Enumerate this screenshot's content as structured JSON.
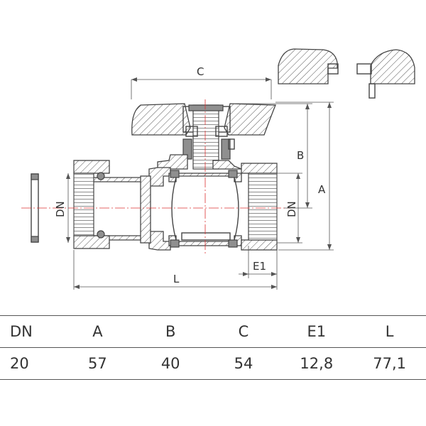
{
  "dimension_labels": {
    "c": "C",
    "b": "B",
    "a": "A",
    "dn_left": "DN",
    "dn_right": "DN",
    "e1": "E1",
    "l": "L"
  },
  "table": {
    "headers": [
      "DN",
      "A",
      "B",
      "C",
      "E1",
      "L"
    ],
    "values": [
      "20",
      "57",
      "40",
      "54",
      "12,8",
      "77,1"
    ]
  }
}
